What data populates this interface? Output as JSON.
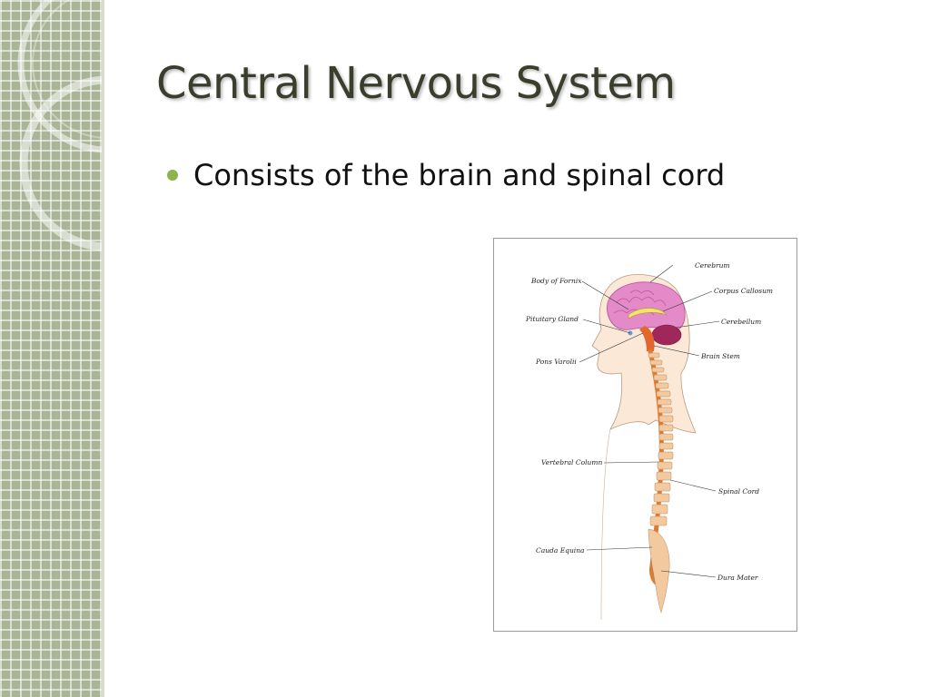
{
  "slide": {
    "title": "Central Nervous System",
    "bullets": [
      "Consists of the brain and spinal cord"
    ]
  },
  "figure": {
    "labels": {
      "cerebrum": "Cerebrum",
      "body_of_fornix": "Body of Fornix",
      "corpus_callosum": "Corpus Callosum",
      "pituitary_gland": "Pituitary Gland",
      "cerebellum": "Cerebellum",
      "brain_stem": "Brain Stem",
      "pons_varolii": "Pons Varolii",
      "vertebral_column": "Vertebral Column",
      "spinal_cord": "Spinal Cord",
      "cauda_equina": "Cauda Equina",
      "dura_mater": "Dura Mater"
    }
  },
  "colors": {
    "sidebar": "#a9b596",
    "title": "#3a3e2c",
    "bullet": "#8db34c",
    "brain": "#e58ac8",
    "spinal_cord": "#e07a2e",
    "vertebrae": "#f3c9a0"
  }
}
